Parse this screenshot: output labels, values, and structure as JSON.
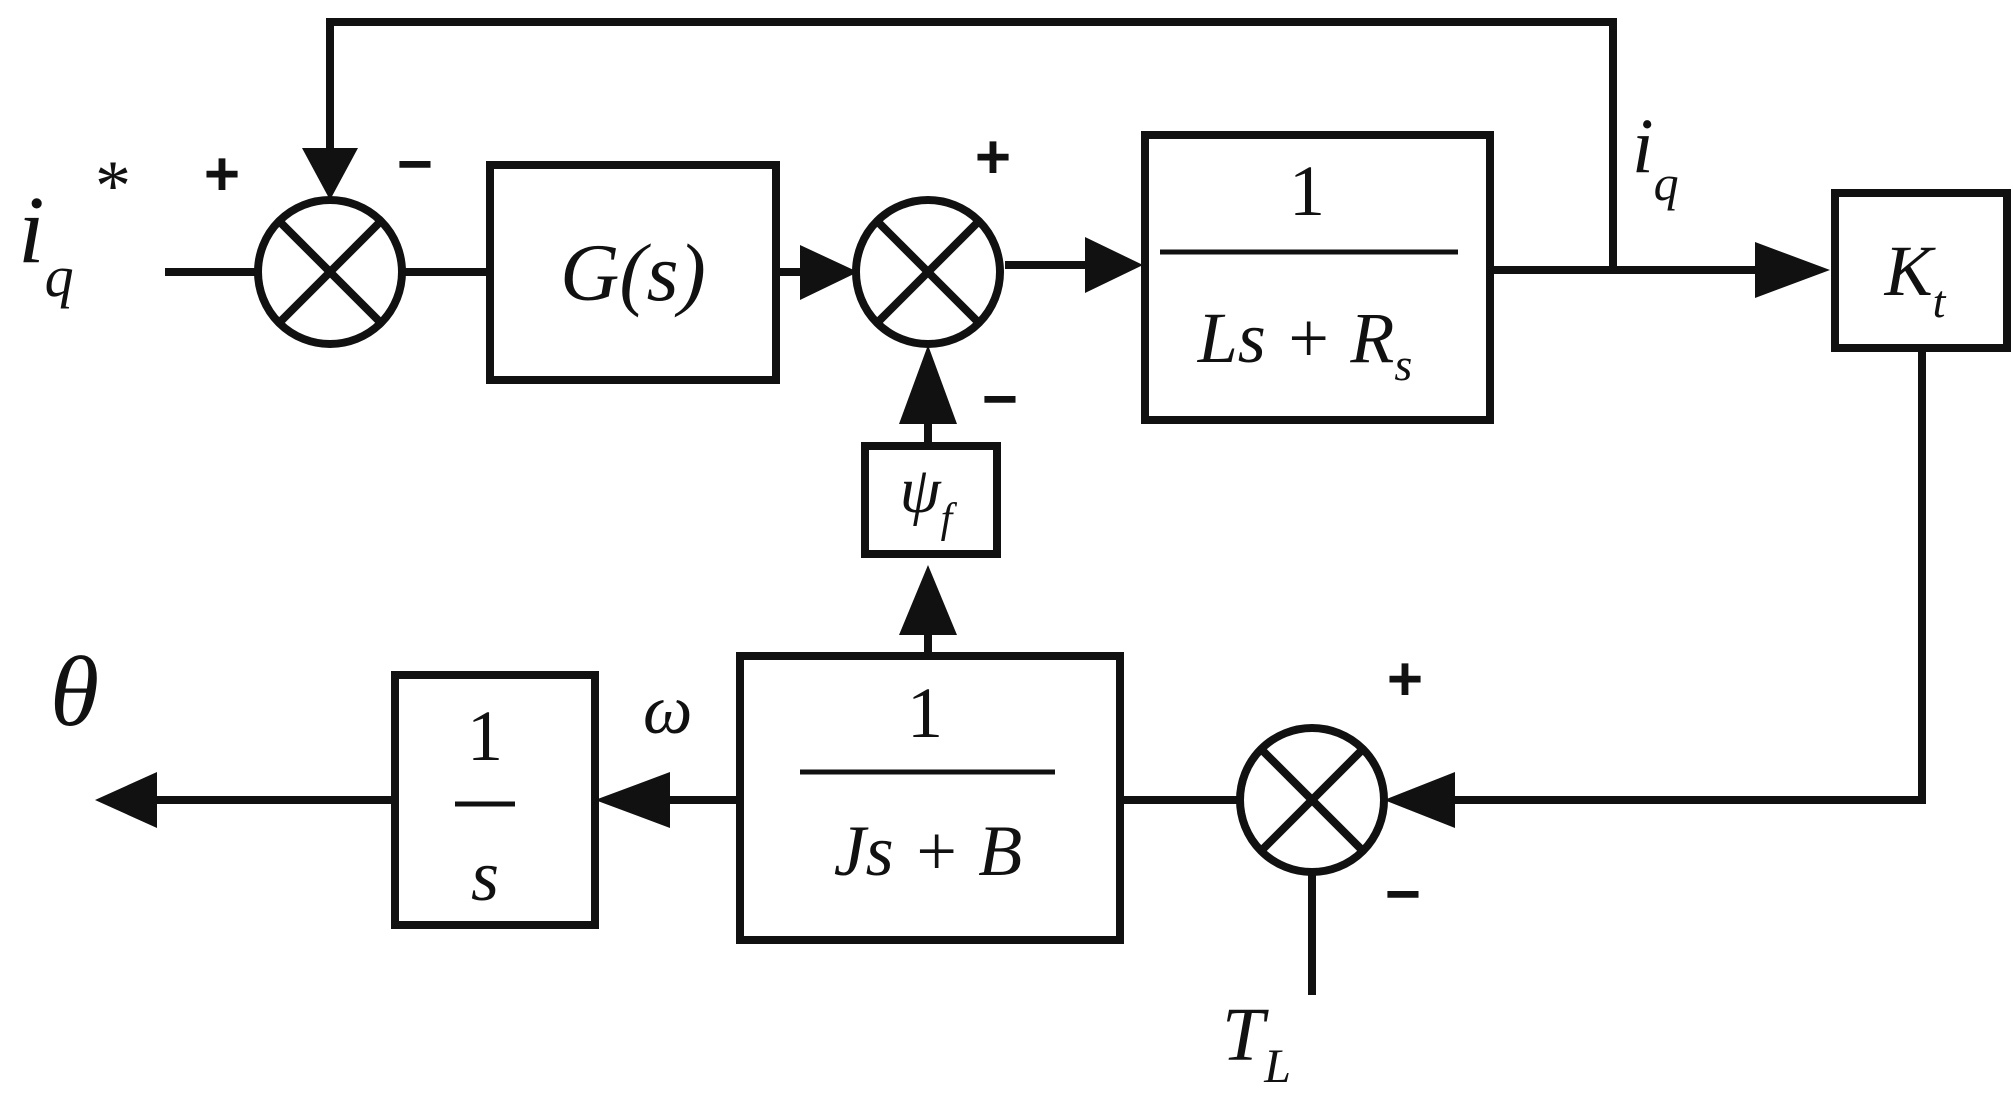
{
  "input_signal": {
    "symbol": "i",
    "subscript": "q",
    "superscript": "*"
  },
  "feedback_signal": {
    "symbol": "i",
    "subscript": "q"
  },
  "output_angle": "θ",
  "speed_signal": "ω",
  "load_torque": {
    "symbol": "T",
    "subscript": "L"
  },
  "blocks": {
    "controller": {
      "label": "G(s)"
    },
    "electrical": {
      "numerator": "1",
      "denominator_a": "Ls + R",
      "denominator_sub": "s"
    },
    "torque_constant": {
      "symbol": "K",
      "subscript": "t"
    },
    "flux": {
      "symbol": "ψ",
      "subscript": "f"
    },
    "mechanical": {
      "numerator": "1",
      "denominator": "Js + B"
    },
    "integrator": {
      "numerator": "1",
      "denominator": "s"
    }
  },
  "signs": {
    "sum1_plus": "+",
    "sum1_minus": "−",
    "sum2_plus": "+",
    "sum2_minus": "−",
    "sum3_plus": "+",
    "sum3_minus": "−"
  }
}
